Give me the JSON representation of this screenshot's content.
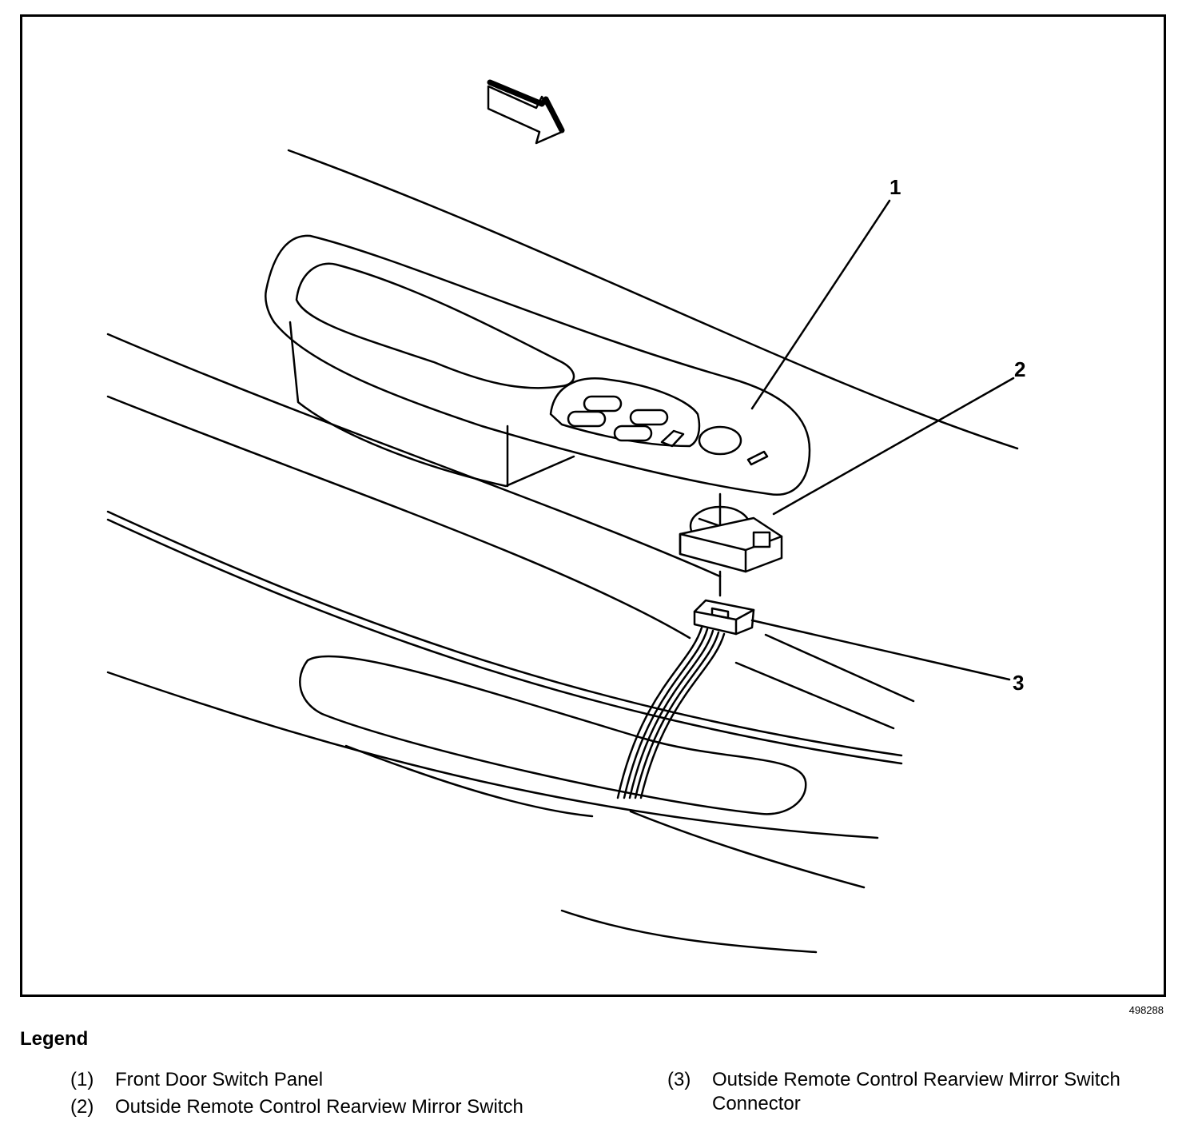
{
  "figure": {
    "id": "498288",
    "callouts": [
      "1",
      "2",
      "3"
    ],
    "arrow_icon": "forward-direction-arrow-icon"
  },
  "legend": {
    "title": "Legend",
    "items": [
      {
        "num": "(1)",
        "text": "Front Door Switch Panel"
      },
      {
        "num": "(2)",
        "text": "Outside Remote Control Rearview Mirror Switch"
      },
      {
        "num": "(3)",
        "text": "Outside Remote Control Rearview Mirror Switch Connector"
      }
    ]
  }
}
